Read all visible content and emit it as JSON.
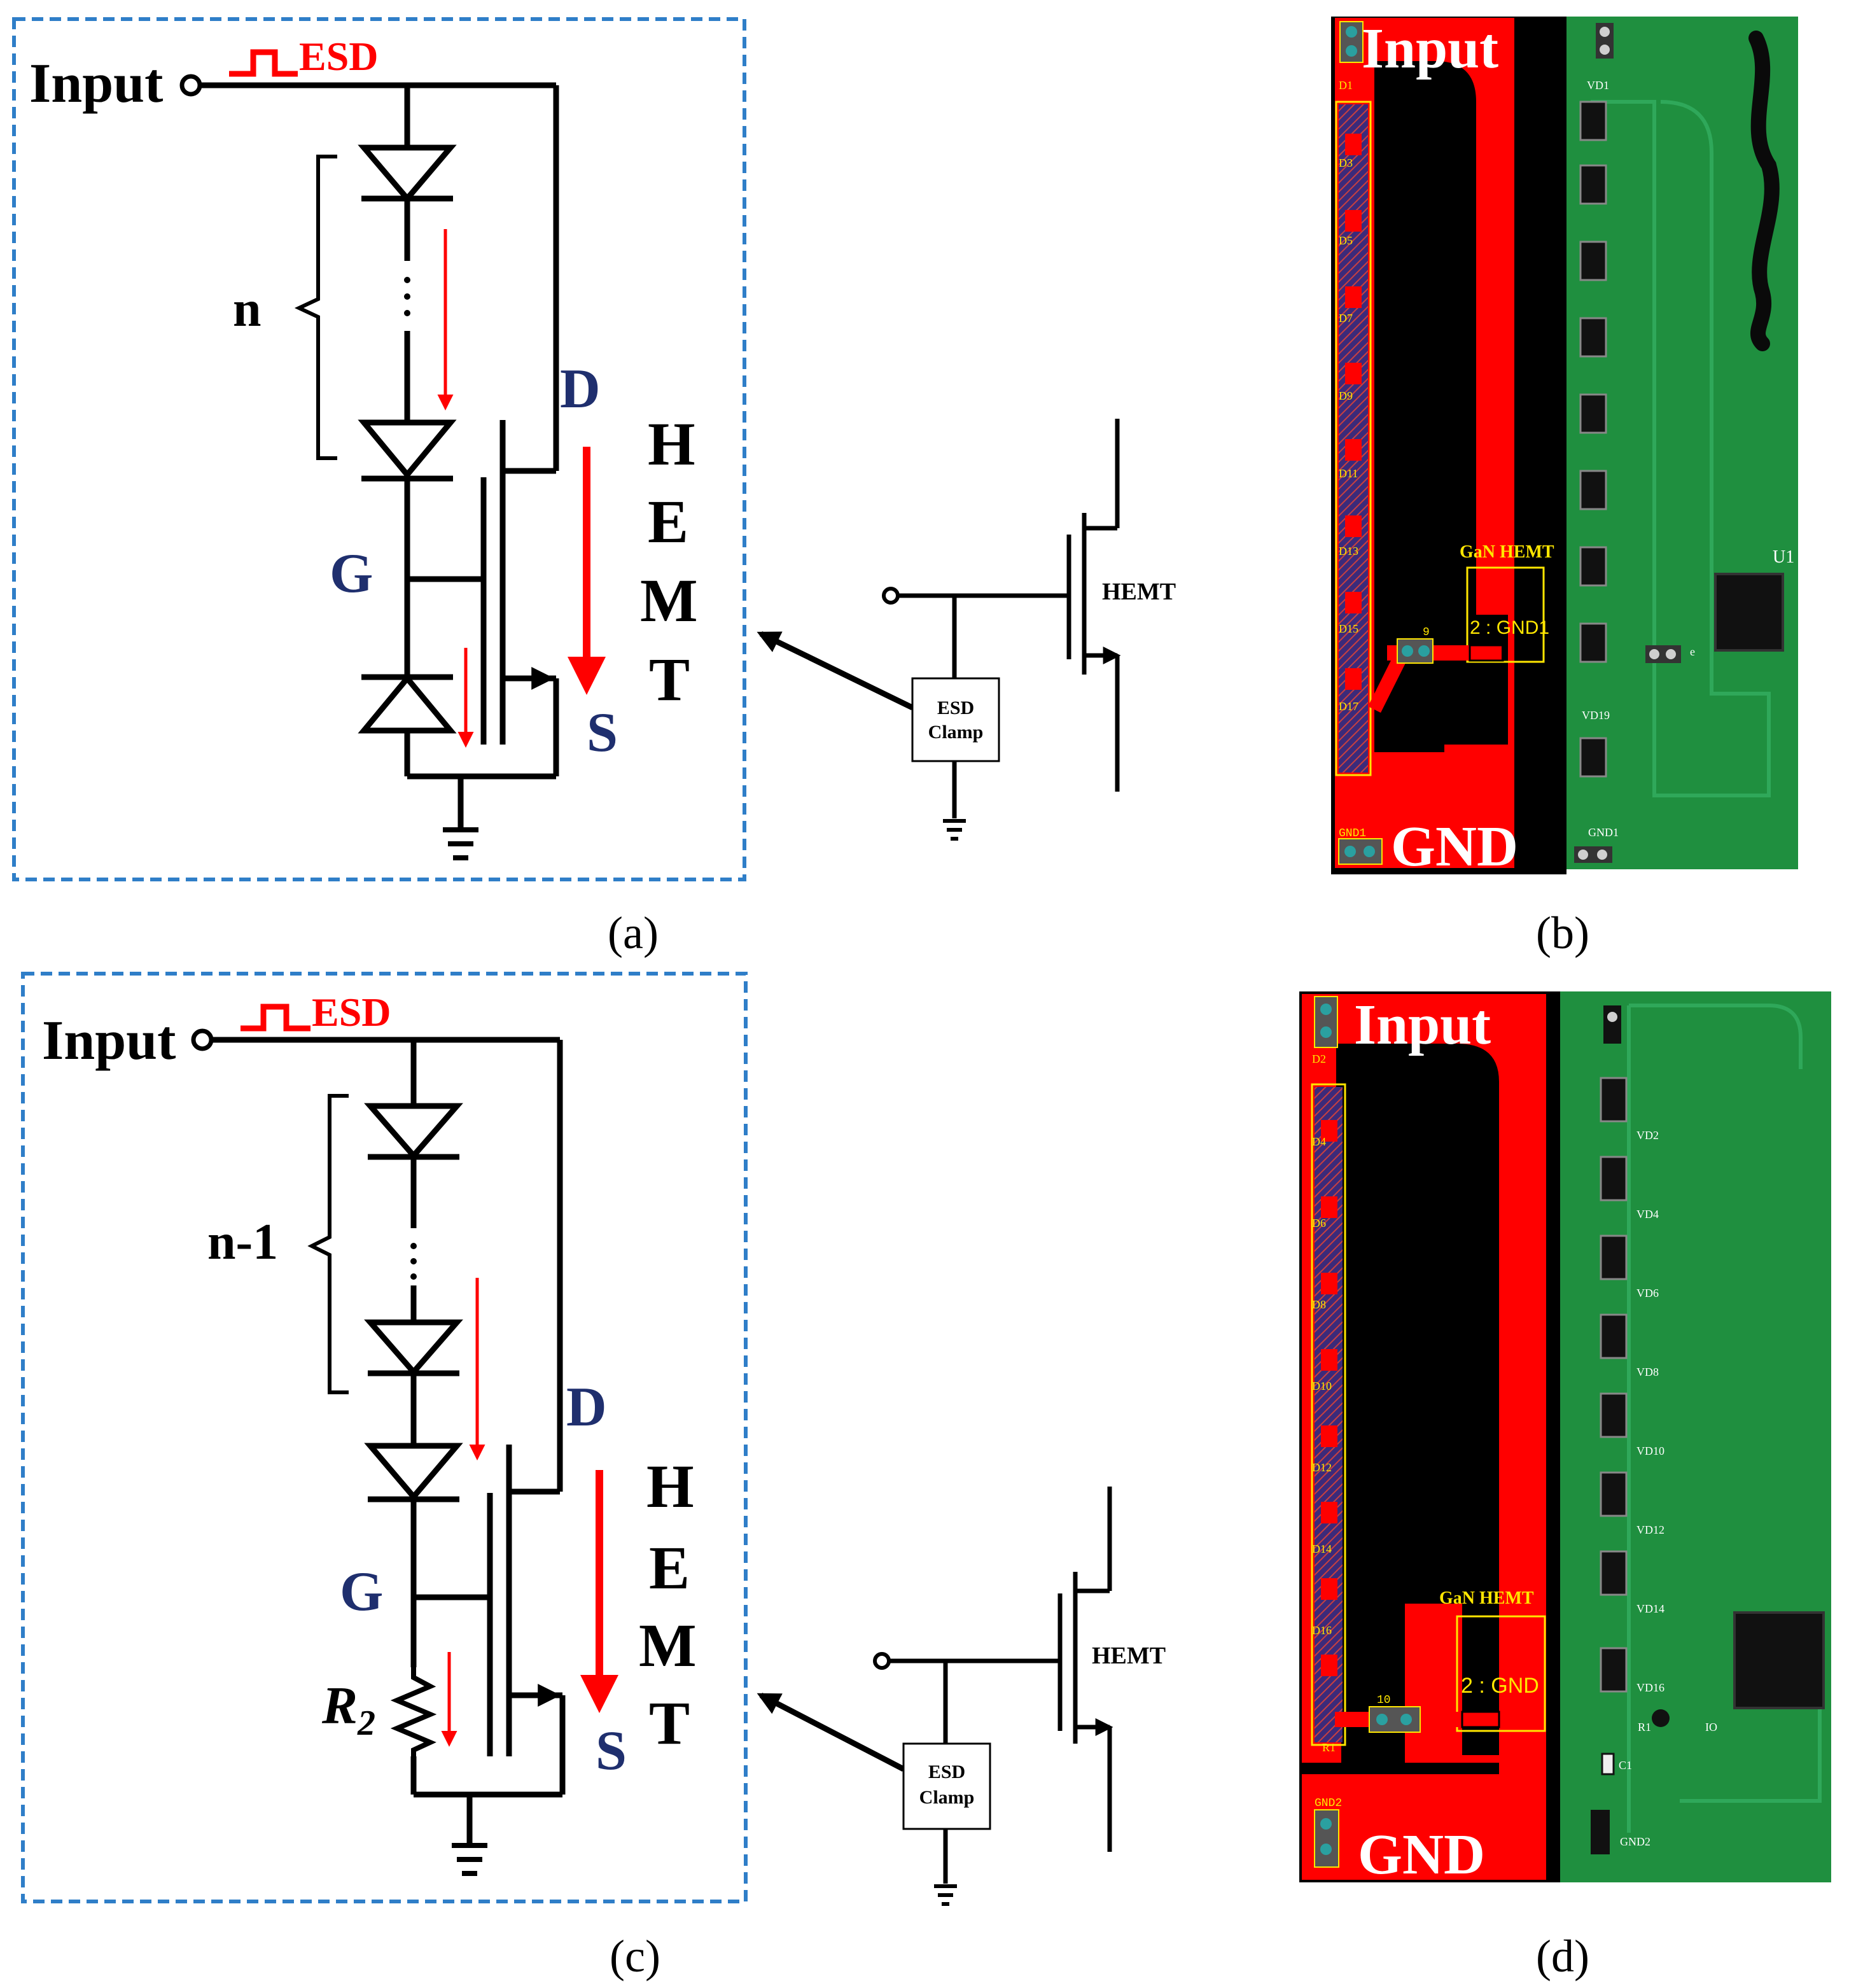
{
  "colors": {
    "wire": "#000000",
    "esd": "#ff0000",
    "current_arrow": "#ff0000",
    "terminal_label": "#1f2f6e",
    "box_border": "#2f7ec8",
    "pcb_red": "#ff0000",
    "pcb_dark": "#000000",
    "pcb_green": "#1f8f3f",
    "pcb_label_yellow": "#ffe600",
    "silk_white": "#ffffff"
  },
  "panel_a": {
    "input_label": "Input",
    "esd_label": "ESD",
    "diode_count_label": "n",
    "drain_label": "D",
    "gate_label": "G",
    "source_label": "S",
    "hemt_letters": [
      "H",
      "E",
      "M",
      "T"
    ],
    "caption": "(a)",
    "clamp_label_line1": "ESD",
    "clamp_label_line2": "Clamp",
    "device_label": "HEMT"
  },
  "panel_b": {
    "input_label": "Input",
    "gnd_label": "GND",
    "device_label": "GaN HEMT",
    "pad_label": "2 : GND1",
    "pad_no": "9",
    "gnd_ref": "GND1",
    "designators": [
      "D1",
      "D3",
      "D5",
      "D7",
      "D9",
      "D11",
      "D13",
      "D15",
      "D17"
    ],
    "silk_top": "VD1",
    "silk_bottom": "VD19",
    "silk_gnd": "GND1",
    "silk_u": "U1",
    "silk_e": "e",
    "caption": "(b)"
  },
  "panel_c": {
    "input_label": "Input",
    "esd_label": "ESD",
    "diode_count_label": "n-1",
    "drain_label": "D",
    "gate_label": "G",
    "source_label": "S",
    "resistor_label": "R",
    "resistor_sub": "2",
    "hemt_letters": [
      "H",
      "E",
      "M",
      "T"
    ],
    "caption": "(c)",
    "clamp_label_line1": "ESD",
    "clamp_label_line2": "Clamp",
    "device_label": "HEMT"
  },
  "panel_d": {
    "input_label": "Input",
    "gnd_label": "GND",
    "device_label": "GaN HEMT",
    "pad_label": "2 : GND",
    "pad_no": "10",
    "gnd_ref": "GND2",
    "designators": [
      "D2",
      "D4",
      "D6",
      "D8",
      "D10",
      "D12",
      "D14",
      "D16",
      "R1"
    ],
    "silk_labels": [
      "VD2",
      "VD4",
      "VD6",
      "VD8",
      "VD10",
      "VD12",
      "VD14",
      "VD16"
    ],
    "silk_gnd": "GND2",
    "silk_r": "R1",
    "silk_c": "C1",
    "silk_io": "IO",
    "caption": "(d)"
  }
}
